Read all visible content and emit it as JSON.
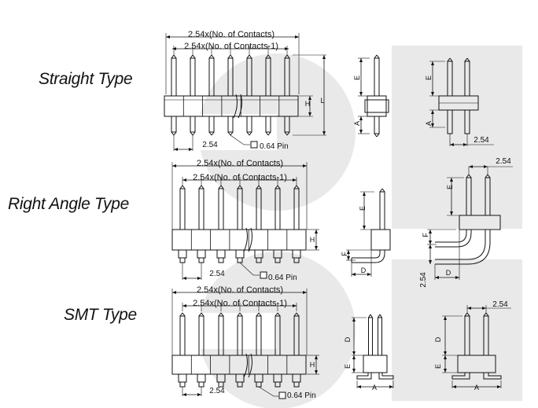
{
  "types": {
    "straight": "Straight Type",
    "right_angle": "Right Angle Type",
    "smt": "SMT Type"
  },
  "dims": {
    "total_length": "2.54x(No. of Contacts)",
    "pitch_span": "2.54x(No. of Contacts-1)",
    "pitch": "2.54",
    "pin": "0.64 Pin",
    "h": "H",
    "l": "L",
    "e": "E",
    "a": "A",
    "f": "F",
    "d": "D"
  },
  "colors": {
    "line": "#111111",
    "watermark": "#e9e9e9"
  }
}
